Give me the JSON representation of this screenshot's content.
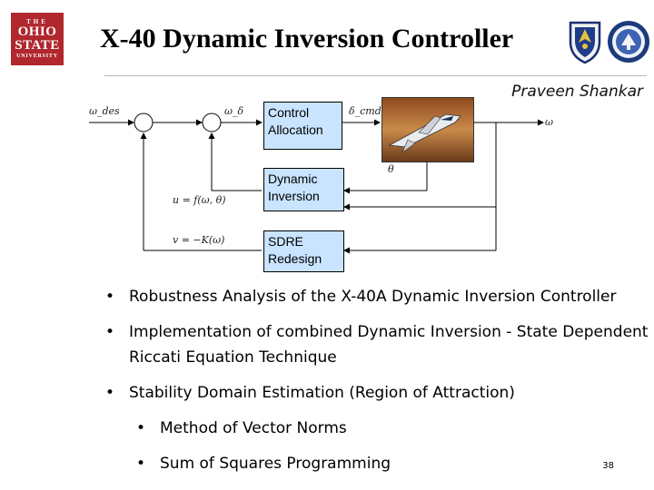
{
  "header": {
    "logo_lines": [
      "THE",
      "OHIO",
      "STATE",
      "UNIVERSITY"
    ],
    "title": "X-40 Dynamic Inversion Controller",
    "author": "Praveen Shankar"
  },
  "diagram": {
    "blocks": {
      "control_allocation": "Control Allocation",
      "dynamic_inversion": "Dynamic Inversion",
      "sdre_redesign": "SDRE Redesign"
    },
    "signals": {
      "w_des": "ω_des",
      "w_delta": "ω_δ",
      "delta_cmd": "δ_cmd",
      "omega": "ω",
      "theta": "θ",
      "u_eq_f": "u = f(ω, θ)",
      "v_eq_K": "v = −K(ω)"
    }
  },
  "bullets": [
    "Robustness Analysis of the X-40A Dynamic Inversion Controller",
    "Implementation of combined Dynamic Inversion - State Dependent Riccati Equation Technique",
    "Stability Domain Estimation (Region of Attraction)"
  ],
  "sub_bullets": [
    "Method of Vector Norms",
    "Sum of Squares Programming"
  ],
  "page_number": "38",
  "colors": {
    "block_fill": "#c9e4ff",
    "osu_red": "#b0282e"
  }
}
